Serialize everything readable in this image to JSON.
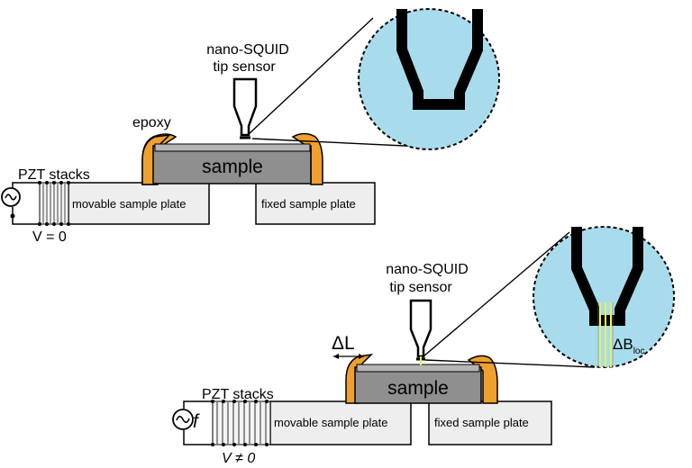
{
  "top_panel": {
    "sensor_label_line1": "nano-SQUID",
    "sensor_label_line2": "tip sensor",
    "epoxy_label": "epoxy",
    "sample_label": "sample",
    "pzt_label": "PZT stacks",
    "movable_plate_label": "movable sample plate",
    "fixed_plate_label": "fixed sample plate",
    "voltage_label": "V = 0"
  },
  "bottom_panel": {
    "sensor_label_line1": "nano-SQUID",
    "sensor_label_line2": "tip sensor",
    "displacement_label": "ΔL",
    "sample_label": "sample",
    "pzt_label": "PZT stacks",
    "movable_plate_label": "movable sample plate",
    "fixed_plate_label": "fixed sample plate",
    "voltage_label": "V ≠ 0",
    "frequency_label": "f",
    "field_label_main": "ΔB",
    "field_label_sub": "loc"
  },
  "colors": {
    "epoxy": "#f0a030",
    "sample": "#8f8f8f",
    "plate": "#eeeeee",
    "zoom_circle": "#a8dcec",
    "field_lines": "#e6f25a"
  }
}
